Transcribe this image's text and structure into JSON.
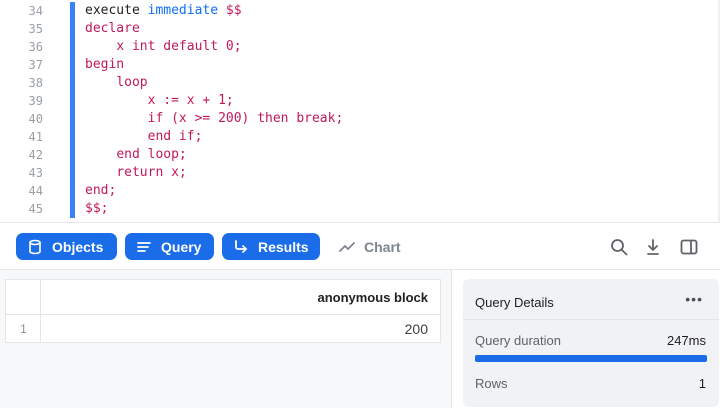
{
  "editor": {
    "line_numbers": [
      "34",
      "35",
      "36",
      "37",
      "38",
      "39",
      "40",
      "41",
      "42",
      "43",
      "44",
      "45"
    ],
    "lines": [
      {
        "indent": "",
        "tokens": [
          {
            "t": "execute ",
            "c": "plain"
          },
          {
            "t": "immediate",
            "c": "kw"
          },
          {
            "t": " $$",
            "c": "magenta"
          }
        ]
      },
      {
        "indent": "",
        "tokens": [
          {
            "t": "declare",
            "c": "magenta"
          }
        ]
      },
      {
        "indent": "    ",
        "tokens": [
          {
            "t": "x int default 0;",
            "c": "magenta"
          }
        ]
      },
      {
        "indent": "",
        "tokens": [
          {
            "t": "begin",
            "c": "magenta"
          }
        ]
      },
      {
        "indent": "    ",
        "tokens": [
          {
            "t": "loop",
            "c": "magenta"
          }
        ]
      },
      {
        "indent": "        ",
        "tokens": [
          {
            "t": "x := x + 1;",
            "c": "magenta"
          }
        ]
      },
      {
        "indent": "        ",
        "tokens": [
          {
            "t": "if (x >= 200) then break;",
            "c": "magenta"
          }
        ]
      },
      {
        "indent": "        ",
        "tokens": [
          {
            "t": "end if;",
            "c": "magenta"
          }
        ]
      },
      {
        "indent": "    ",
        "tokens": [
          {
            "t": "end loop;",
            "c": "magenta"
          }
        ]
      },
      {
        "indent": "    ",
        "tokens": [
          {
            "t": "return x;",
            "c": "magenta"
          }
        ]
      },
      {
        "indent": "",
        "tokens": [
          {
            "t": "end;",
            "c": "magenta"
          }
        ]
      },
      {
        "indent": "",
        "tokens": [
          {
            "t": "$$;",
            "c": "magenta"
          }
        ]
      }
    ]
  },
  "toolbar": {
    "objects_label": "Objects",
    "query_label": "Query",
    "results_label": "Results",
    "chart_label": "Chart",
    "icons": [
      "search-icon",
      "download-icon",
      "toggle-panel-icon"
    ]
  },
  "results": {
    "columns": [
      "anonymous block"
    ],
    "rows": [
      {
        "index": "1",
        "value": "200"
      }
    ]
  },
  "query_details": {
    "title": "Query Details",
    "more_label": "•••",
    "duration_label": "Query duration",
    "duration_value": "247ms",
    "duration_progress": 1.0,
    "rows_label": "Rows",
    "rows_value": "1"
  },
  "colors": {
    "accent": "#1a6ce8",
    "selection_bar": "#3b82f6",
    "keyword": "#0d6efd",
    "sql_text": "#c2185b"
  }
}
